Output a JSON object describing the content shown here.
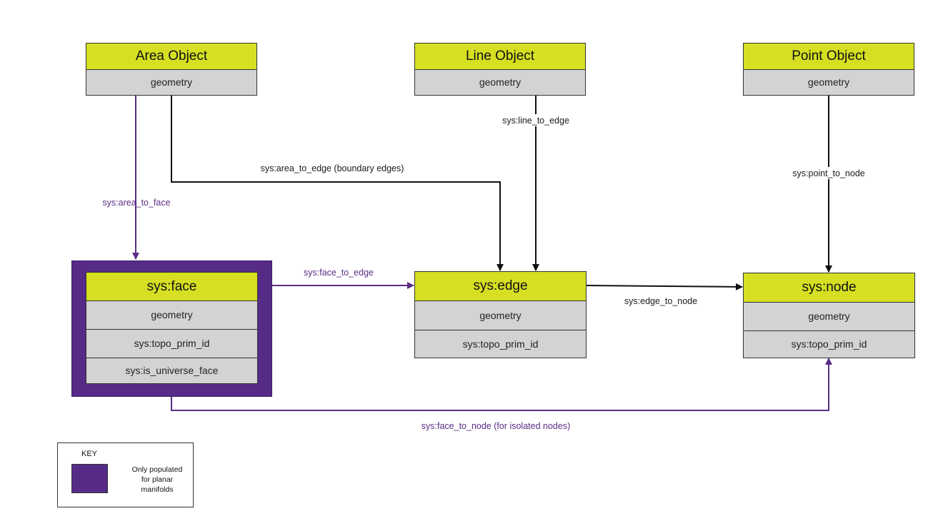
{
  "colors": {
    "header": "#d6df22",
    "row": "#d3d3d3",
    "planar": "#562b88",
    "black_edge": "#111111",
    "purple_edge": "#5b2d86"
  },
  "entities": {
    "area_object": {
      "title": "Area Object",
      "rows": [
        "geometry"
      ]
    },
    "line_object": {
      "title": "Line Object",
      "rows": [
        "geometry"
      ]
    },
    "point_object": {
      "title": "Point Object",
      "rows": [
        "geometry"
      ]
    },
    "face": {
      "title": "sys:face",
      "rows": [
        "geometry",
        "sys:topo_prim_id",
        "sys:is_universe_face"
      ]
    },
    "edge": {
      "title": "sys:edge",
      "rows": [
        "geometry",
        "sys:topo_prim_id"
      ]
    },
    "node": {
      "title": "sys:node",
      "rows": [
        "geometry",
        "sys:topo_prim_id"
      ]
    }
  },
  "relations": {
    "area_to_face": "sys:area_to_face",
    "area_to_edge": "sys:area_to_edge (boundary edges)",
    "line_to_edge": "sys:line_to_edge",
    "point_to_node": "sys:point_to_node",
    "face_to_edge": "sys:face_to_edge",
    "edge_to_node": "sys:edge_to_node",
    "face_to_node": "sys:face_to_node (for isolated nodes)"
  },
  "key": {
    "title": "KEY",
    "description": "Only populated\nfor planar\nmanifolds"
  }
}
